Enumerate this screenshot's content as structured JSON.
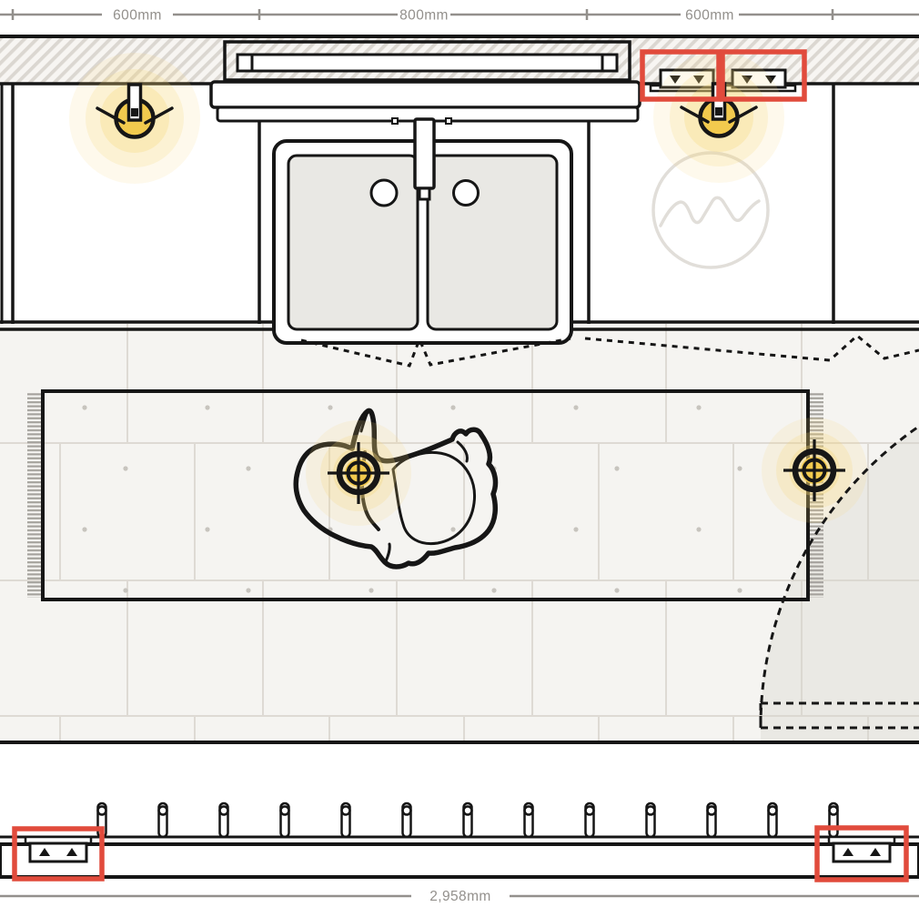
{
  "plan": {
    "dimensions": {
      "top_labels": [
        "600mm",
        "800mm",
        "600mm"
      ],
      "bottom_label": "2,958mm"
    },
    "colors": {
      "highlight_red": "#e14b3c",
      "fixture_yellow": "#f2ca4e",
      "glow_yellow": "#f5d878",
      "wall_hatch_stripe": "#dbd7d1",
      "floor_fill": "#f5f4f1",
      "tile_grout": "#dedad4",
      "ink": "#161616",
      "dimension_gray": "#93908c"
    },
    "icons": [
      "wall-light-icon",
      "recessed-light-icon",
      "double-socket-icon",
      "radiator-icon",
      "door-swing-icon",
      "sink-icon",
      "window-icon",
      "rug-icon",
      "dog-icon",
      "hob-ghost-icon"
    ]
  }
}
